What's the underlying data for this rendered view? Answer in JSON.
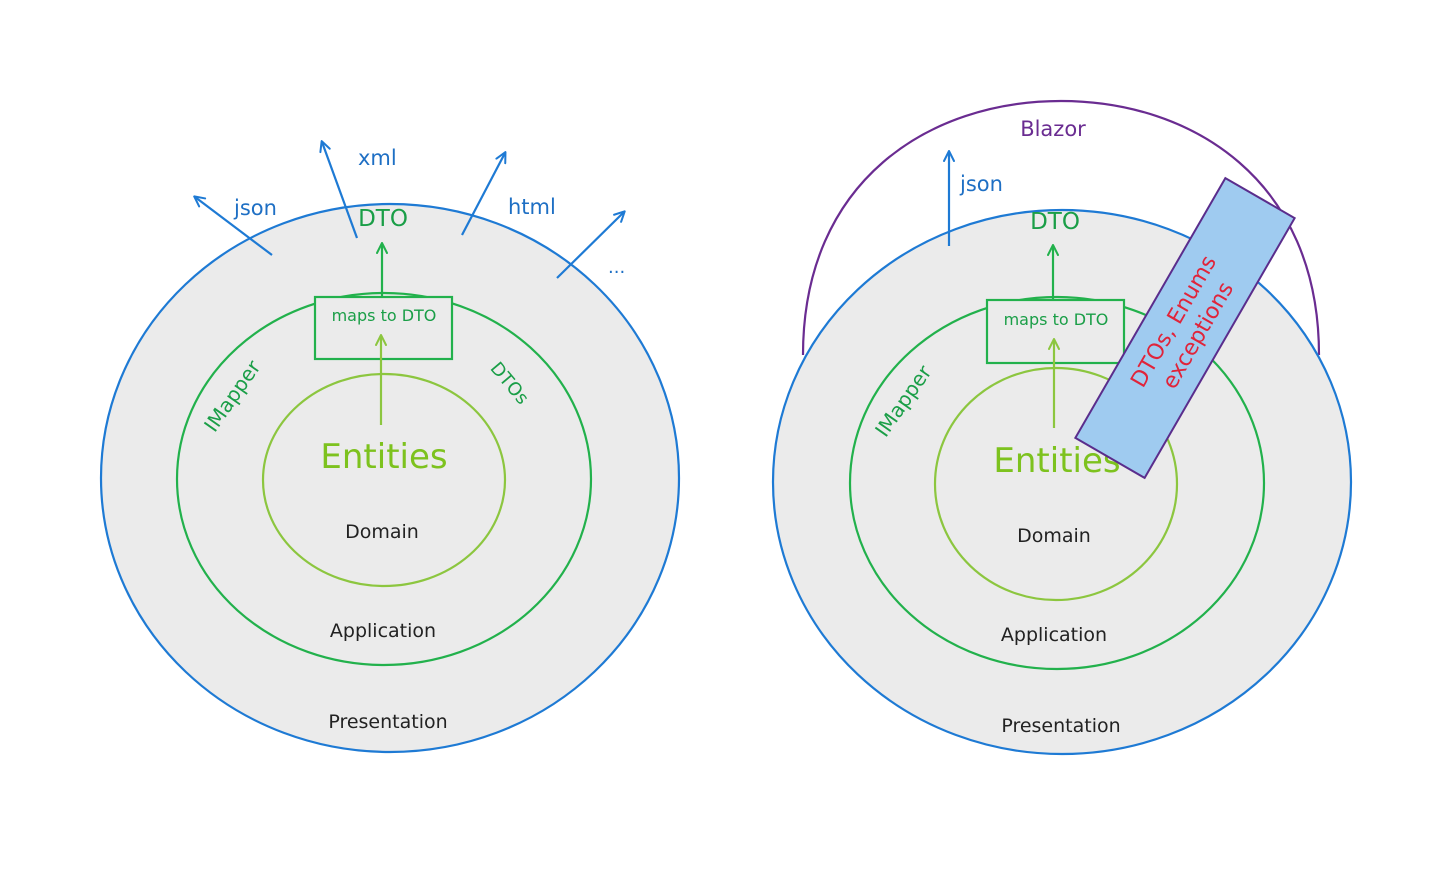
{
  "colors": {
    "presentation_fill": "#ebebeb",
    "presentation_stroke": "#1e7ad4",
    "application_stroke": "#22b14c",
    "domain_stroke": "#8cc63f",
    "entities_text": "#7dc21e",
    "green_text": "#1a9e47",
    "blue_text": "#1e6fc4",
    "blazor_stroke": "#6a2c91",
    "shared_box_fill": "#9fcbf0",
    "shared_box_stroke": "#5a2d8c",
    "shared_box_text": "#e0243a",
    "label_text": "#222222"
  },
  "left_diagram": {
    "outputs": [
      "json",
      "xml",
      "html",
      "..."
    ],
    "dto_label": "DTO",
    "mapper_box_label": "maps to DTO",
    "imapper_label": "IMapper",
    "dtos_label": "DTOs",
    "entities_label": "Entities",
    "domain_label": "Domain",
    "application_label": "Application",
    "presentation_label": "Presentation"
  },
  "right_diagram": {
    "blazor_label": "Blazor",
    "output_label": "json",
    "dto_label": "DTO",
    "mapper_box_label": "maps to DTO",
    "imapper_label": "IMapper",
    "entities_label": "Entities",
    "domain_label": "Domain",
    "application_label": "Application",
    "presentation_label": "Presentation",
    "shared_box_line1": "DTOs, Enums",
    "shared_box_line2": "exceptions"
  }
}
